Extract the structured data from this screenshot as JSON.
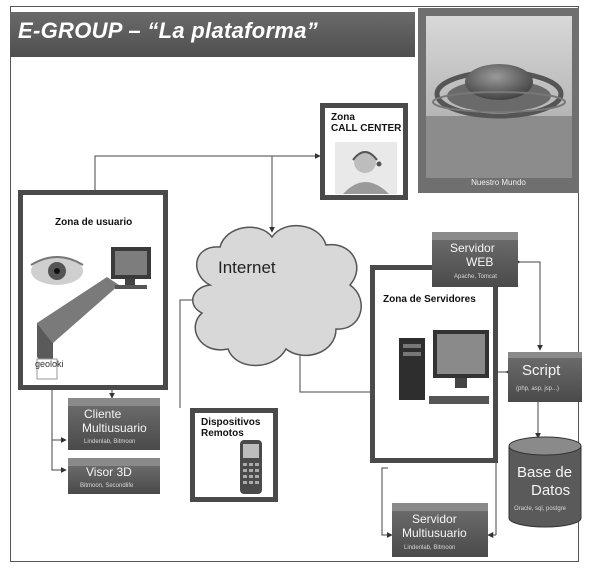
{
  "title": "E-GROUP – “La plataforma”",
  "world": {
    "caption": "Nuestro Mundo"
  },
  "call_center": {
    "line1": "Zona",
    "line2": "CALL CENTER"
  },
  "zona_usuario": {
    "label": "Zona de usuario",
    "logo": "geoloki"
  },
  "internet": {
    "label": "Internet"
  },
  "zona_servidores": {
    "label": "Zona de Servidores"
  },
  "servidor_web": {
    "line1": "Servidor",
    "line2": "WEB",
    "sub": "Apache, Tomcat"
  },
  "script": {
    "label": "Script",
    "sub": "(php, asp, jsp...)"
  },
  "base_datos": {
    "line1": "Base de",
    "line2": "Datos",
    "sub": "Oracle, sql, postgre"
  },
  "cliente": {
    "line1": "Cliente",
    "line2": "Multiusuario",
    "sub": "Lindenlab, Bitmoon"
  },
  "visor": {
    "label": "Visor 3D",
    "sub": "Bitmoon, Secondlife"
  },
  "dispositivos": {
    "line1": "Dispositivos",
    "line2": "Remotos"
  },
  "servidor_multi": {
    "line1": "Servidor",
    "line2": "Multiusuario",
    "sub": "Lindenlab, Bitmoon"
  }
}
